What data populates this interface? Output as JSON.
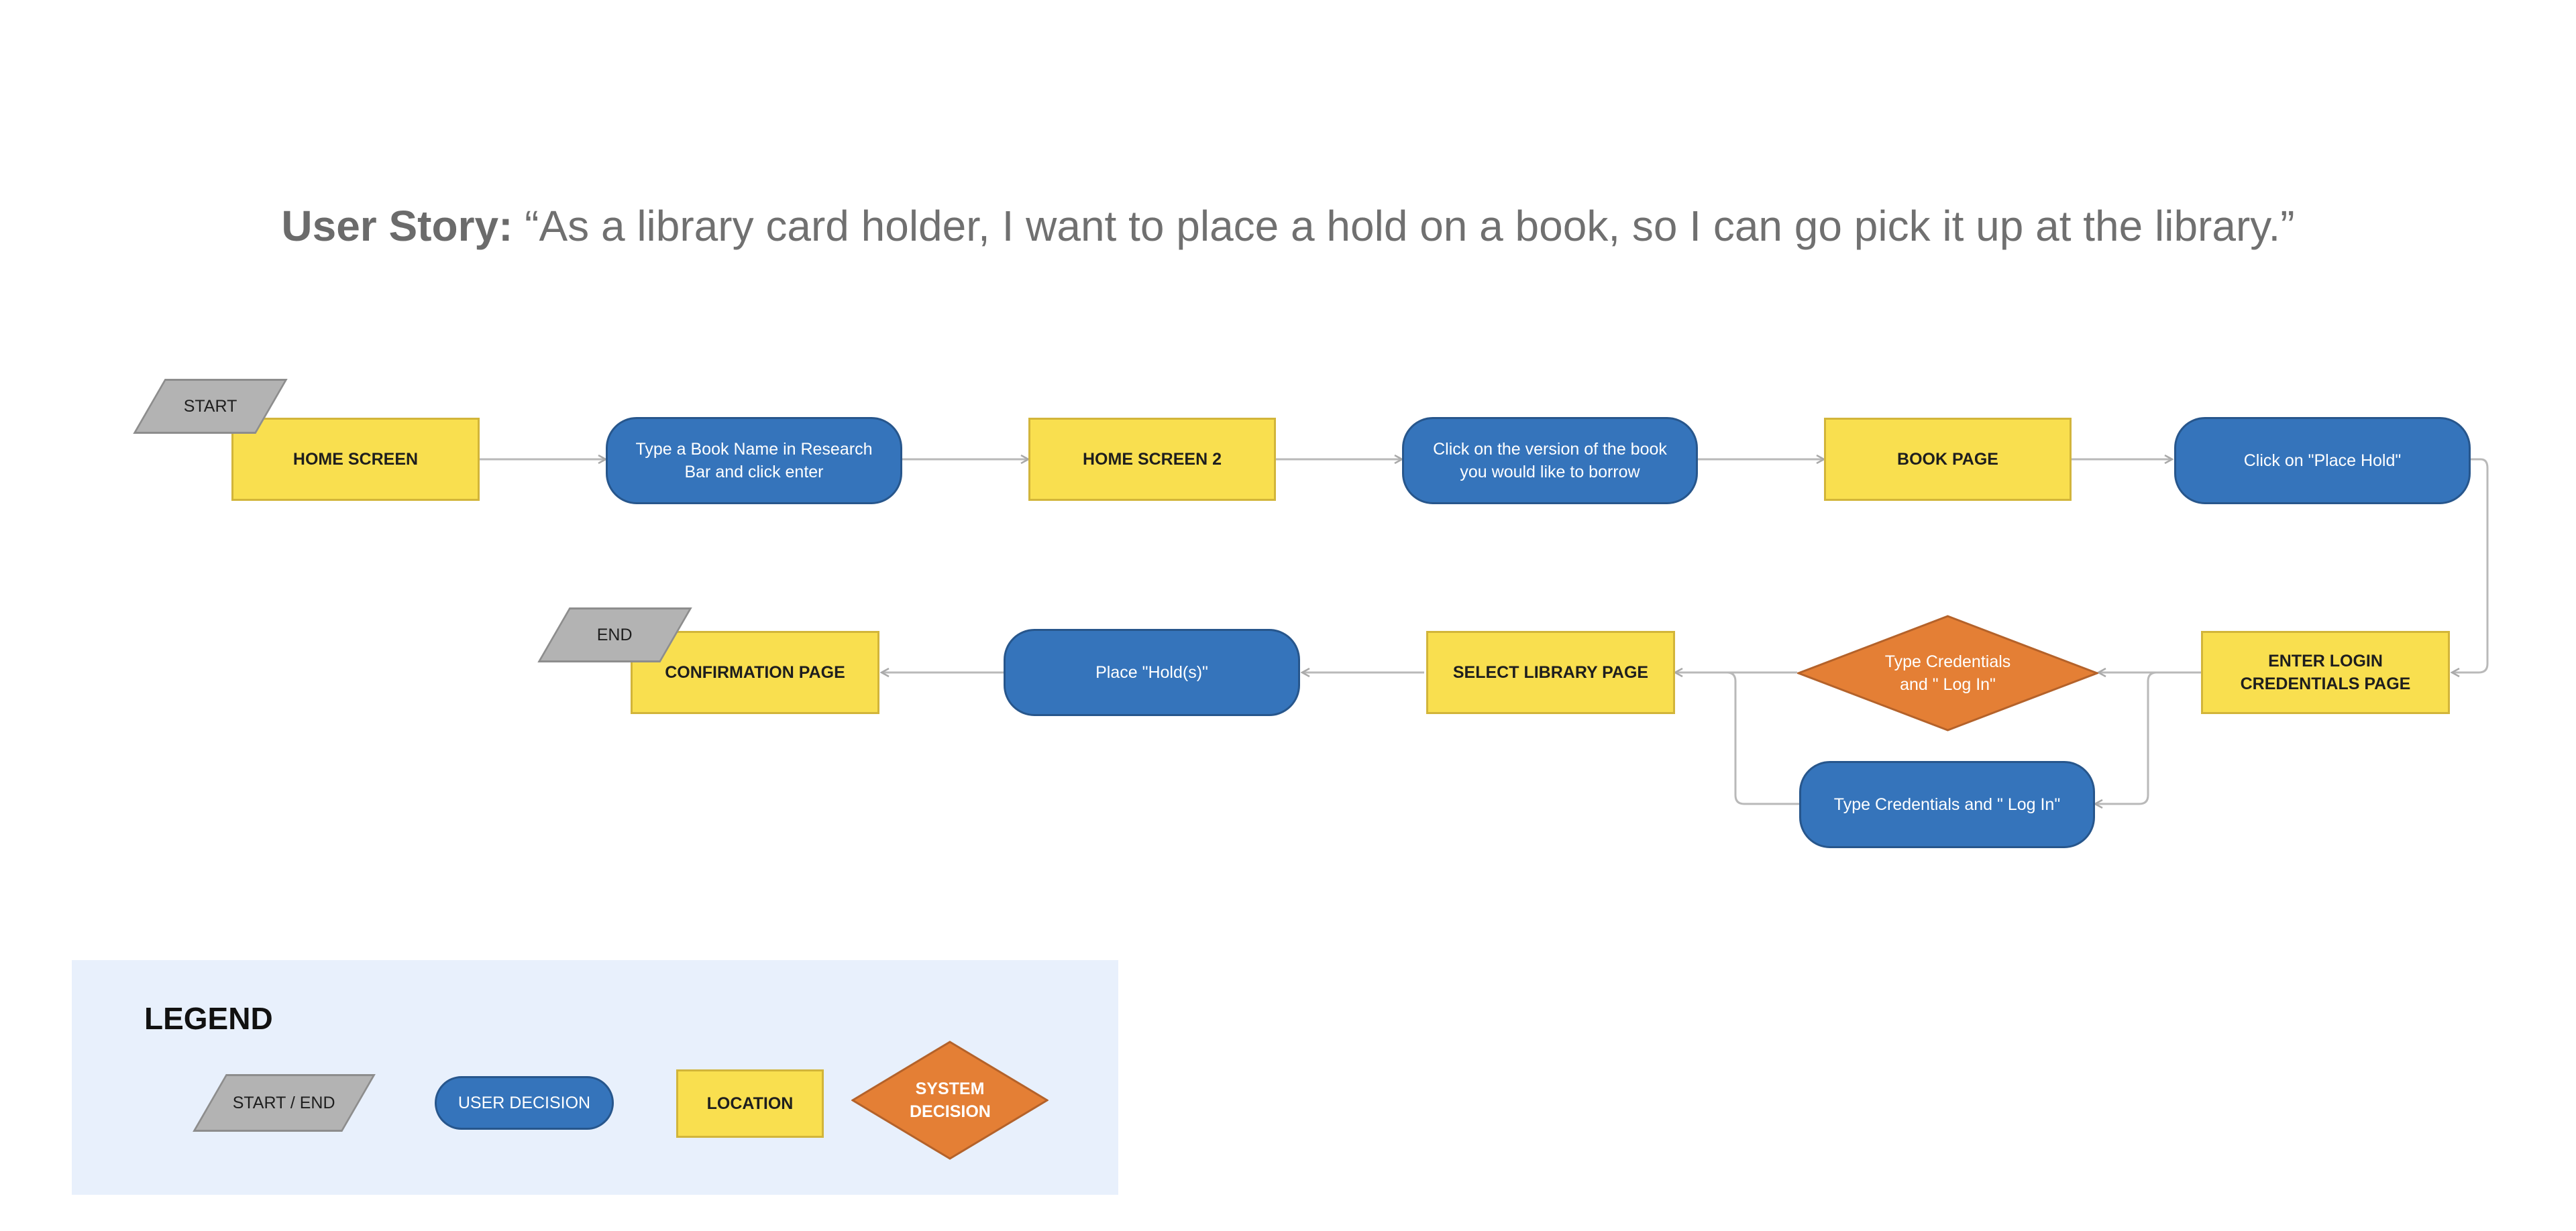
{
  "title": {
    "bold": "User Story:",
    "text": " “As a library card holder, I want to place a hold on a book, so I can go pick it up at the library.”"
  },
  "nodes": {
    "start": "START",
    "home_screen": "HOME SCREEN",
    "type_book": "Type a Book Name in Research Bar and click enter",
    "home_screen_2": "HOME SCREEN 2",
    "click_version": "Click on the  version of the book you would like to borrow",
    "book_page": "BOOK PAGE",
    "click_place_hold": "Click on \"Place Hold\"",
    "enter_login": "ENTER LOGIN CREDENTIALS PAGE",
    "type_credentials_decision": "Type Credentials and \" Log In\"",
    "type_credentials_user": "Type Credentials and \" Log In\"",
    "select_library": "SELECT LIBRARY PAGE",
    "place_holds": "Place \"Hold(s)\"",
    "confirmation": "CONFIRMATION PAGE",
    "end": "END"
  },
  "legend": {
    "title": "LEGEND",
    "start_end": "START / END",
    "user_decision": "USER DECISION",
    "location": "LOCATION",
    "system_decision": "SYSTEM DECISION"
  },
  "colors": {
    "location_fill": "#f9df4f",
    "user_fill": "#3574bb",
    "system_fill": "#e47f35",
    "start_end_fill": "#b3b3b3",
    "connector": "#b9b9b9",
    "legend_bg": "#e8f0fc"
  }
}
